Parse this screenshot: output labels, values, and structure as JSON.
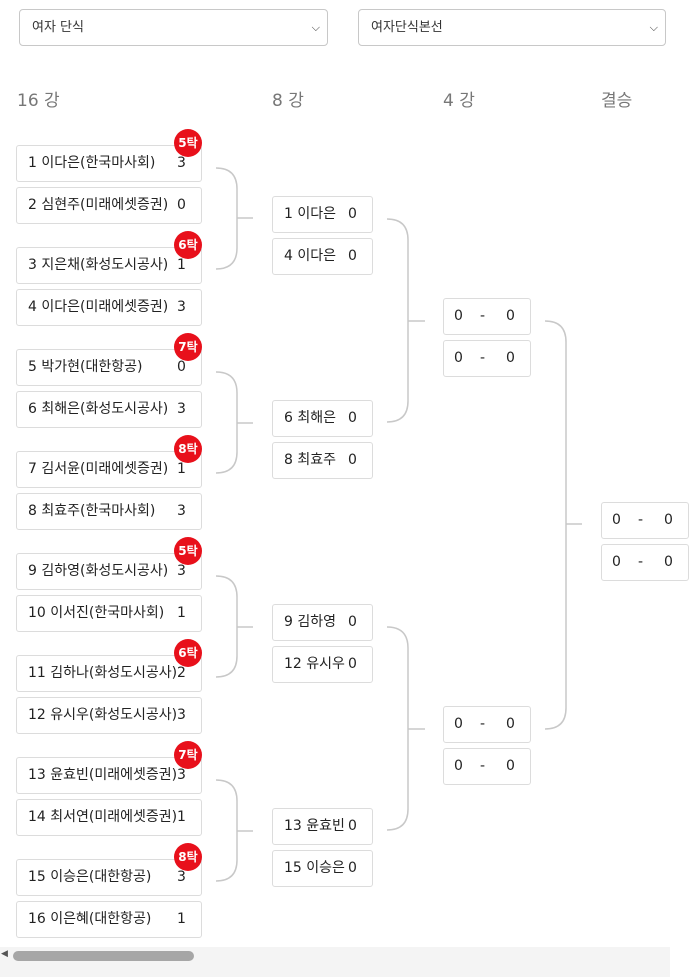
{
  "filters": {
    "event": "여자 단식",
    "stage": "여자단식본선"
  },
  "rounds": [
    "16 강",
    "8 강",
    "4 강",
    "결승"
  ],
  "round16": [
    {
      "name": "1 이다은(한국마사회)",
      "score": "3",
      "badge": "5탁"
    },
    {
      "name": "2 심현주(미래에셋증권)",
      "score": "0",
      "badge": ""
    },
    {
      "name": "3 지은채(화성도시공사)",
      "score": "1",
      "badge": "6탁"
    },
    {
      "name": "4 이다은(미래에셋증권)",
      "score": "3",
      "badge": ""
    },
    {
      "name": "5 박가현(대한항공)",
      "score": "0",
      "badge": "7탁"
    },
    {
      "name": "6 최해은(화성도시공사)",
      "score": "3",
      "badge": ""
    },
    {
      "name": "7 김서윤(미래에셋증권)",
      "score": "1",
      "badge": "8탁"
    },
    {
      "name": "8 최효주(한국마사회)",
      "score": "3",
      "badge": ""
    },
    {
      "name": "9 김하영(화성도시공사)",
      "score": "3",
      "badge": "5탁"
    },
    {
      "name": "10 이서진(한국마사회)",
      "score": "1",
      "badge": ""
    },
    {
      "name": "11 김하나(화성도시공사)",
      "score": "2",
      "badge": "6탁"
    },
    {
      "name": "12 유시우(화성도시공사)",
      "score": "3",
      "badge": ""
    },
    {
      "name": "13 윤효빈(미래에셋증권)",
      "score": "3",
      "badge": "7탁"
    },
    {
      "name": "14 최서연(미래에셋증권)",
      "score": "1",
      "badge": ""
    },
    {
      "name": "15 이승은(대한항공)",
      "score": "3",
      "badge": "8탁"
    },
    {
      "name": "16 이은혜(대한항공)",
      "score": "1",
      "badge": ""
    }
  ],
  "round8": [
    {
      "name": "1 이다은",
      "score": "0"
    },
    {
      "name": "4 이다은",
      "score": "0"
    },
    {
      "name": "6 최해은",
      "score": "0"
    },
    {
      "name": "8 최효주",
      "score": "0"
    },
    {
      "name": "9 김하영",
      "score": "0"
    },
    {
      "name": "12 유시우",
      "score": "0"
    },
    {
      "name": "13 윤효빈",
      "score": "0"
    },
    {
      "name": "15 이승은",
      "score": "0"
    }
  ],
  "semis": [
    {
      "a": "0",
      "sep": "-",
      "b": "0"
    },
    {
      "a": "0",
      "sep": "-",
      "b": "0"
    },
    {
      "a": "0",
      "sep": "-",
      "b": "0"
    },
    {
      "a": "0",
      "sep": "-",
      "b": "0"
    }
  ],
  "final": [
    {
      "a": "0",
      "sep": "-",
      "b": "0"
    },
    {
      "a": "0",
      "sep": "-",
      "b": "0"
    }
  ]
}
